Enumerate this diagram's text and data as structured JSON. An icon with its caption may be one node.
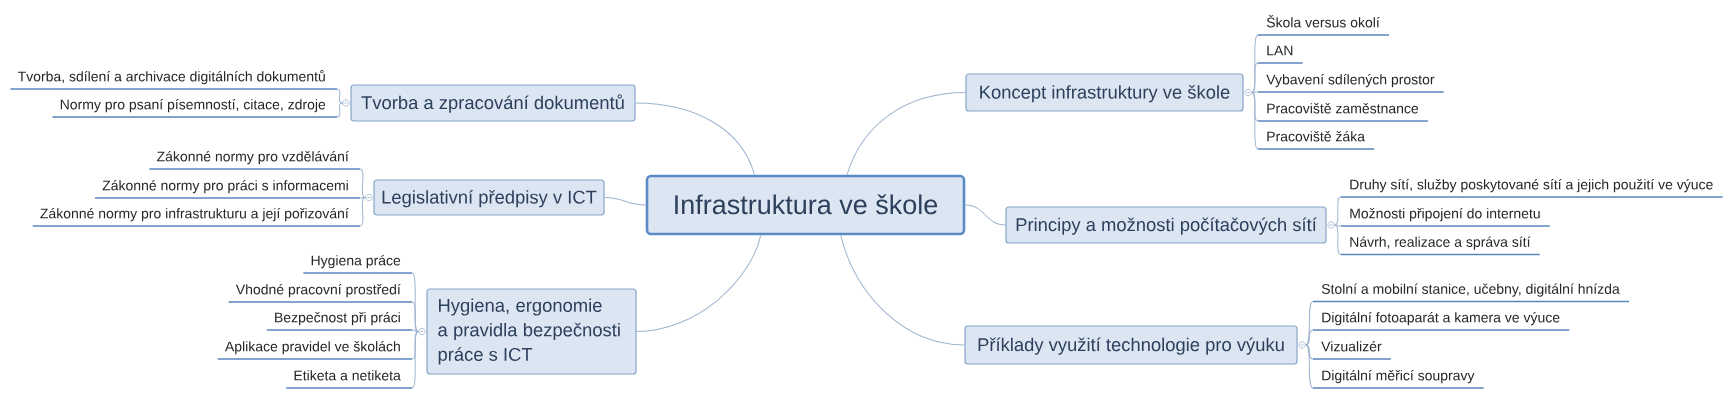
{
  "diagram": {
    "nodes": [
      {
        "text": [
          "Infrastruktura ve škole"
        ]
      },
      {
        "text": [
          "Tvorba a zpracování dokumentů"
        ]
      },
      {
        "text": [
          "Tvorba, sdílení a archivace digitálních dokumentů"
        ]
      },
      {
        "text": [
          "Normy pro psaní písemností, citace, zdroje"
        ]
      },
      {
        "text": [
          "Legislativní předpisy v ICT"
        ]
      },
      {
        "text": [
          "Zákonné normy pro vzdělávání"
        ]
      },
      {
        "text": [
          "Zákonné normy pro práci s informacemi"
        ]
      },
      {
        "text": [
          "Zákonné normy pro infrastrukturu a její pořizování"
        ]
      },
      {
        "text": [
          "Hygiena, ergonomie a pravidla bezpečnosti práce s ICT"
        ]
      },
      {
        "text": [
          "Hygiena práce"
        ]
      },
      {
        "text": [
          "Vhodné pracovní prostředí"
        ]
      },
      {
        "text": [
          "Bezpečnost při práci"
        ]
      },
      {
        "text": [
          "Aplikace pravidel ve školách"
        ]
      },
      {
        "text": [
          "Etiketa a netiketa"
        ]
      },
      {
        "text": [
          "Koncept infrastruktury ve škole"
        ]
      },
      {
        "text": [
          "Škola versus okolí"
        ]
      },
      {
        "text": [
          "LAN"
        ]
      },
      {
        "text": [
          "Vybavení sdílených prostor"
        ]
      },
      {
        "text": [
          "Pracoviště zaměstnance"
        ]
      },
      {
        "text": [
          "Pracoviště žáka"
        ]
      },
      {
        "text": [
          "Principy a možnosti počítačových sítí"
        ]
      },
      {
        "text": [
          "Druhy sítí, služby poskytované sítí a jejich použití ve výuce"
        ]
      },
      {
        "text": [
          "Možnosti připojení do internetu"
        ]
      },
      {
        "text": [
          "Návrh, realizace a správa sítí"
        ]
      },
      {
        "text": [
          "Příklady využití technologie pro výuku"
        ]
      },
      {
        "text": [
          "Stolní a mobilní stanice, učebny, digitální hnízda"
        ]
      },
      {
        "text": [
          "Digitální fotoaparát a kamera ve výuce"
        ]
      },
      {
        "text": [
          "Vizualizér"
        ]
      },
      {
        "text": [
          "Digitální měřicí soupravy"
        ]
      }
    ],
    "edges": [
      {
        "from": 0,
        "to": 1,
        "arrow": "none"
      },
      {
        "from": 1,
        "to": 2,
        "arrow": "none"
      },
      {
        "from": 1,
        "to": 3,
        "arrow": "none"
      },
      {
        "from": 0,
        "to": 4,
        "arrow": "none"
      },
      {
        "from": 4,
        "to": 5,
        "arrow": "none"
      },
      {
        "from": 4,
        "to": 6,
        "arrow": "none"
      },
      {
        "from": 4,
        "to": 7,
        "arrow": "none"
      },
      {
        "from": 0,
        "to": 8,
        "arrow": "none"
      },
      {
        "from": 8,
        "to": 9,
        "arrow": "none"
      },
      {
        "from": 8,
        "to": 10,
        "arrow": "none"
      },
      {
        "from": 8,
        "to": 11,
        "arrow": "none"
      },
      {
        "from": 8,
        "to": 12,
        "arrow": "none"
      },
      {
        "from": 8,
        "to": 13,
        "arrow": "none"
      },
      {
        "from": 0,
        "to": 14,
        "arrow": "none"
      },
      {
        "from": 14,
        "to": 15,
        "arrow": "none"
      },
      {
        "from": 14,
        "to": 16,
        "arrow": "none"
      },
      {
        "from": 14,
        "to": 17,
        "arrow": "none"
      },
      {
        "from": 14,
        "to": 18,
        "arrow": "none"
      },
      {
        "from": 14,
        "to": 19,
        "arrow": "none"
      },
      {
        "from": 0,
        "to": 20,
        "arrow": "none"
      },
      {
        "from": 20,
        "to": 21,
        "arrow": "none"
      },
      {
        "from": 20,
        "to": 22,
        "arrow": "none"
      },
      {
        "from": 20,
        "to": 23,
        "arrow": "none"
      },
      {
        "from": 0,
        "to": 24,
        "arrow": "none"
      },
      {
        "from": 24,
        "to": 25,
        "arrow": "none"
      },
      {
        "from": 24,
        "to": 26,
        "arrow": "none"
      },
      {
        "from": 24,
        "to": 27,
        "arrow": "none"
      },
      {
        "from": 24,
        "to": 28,
        "arrow": "none"
      }
    ]
  }
}
